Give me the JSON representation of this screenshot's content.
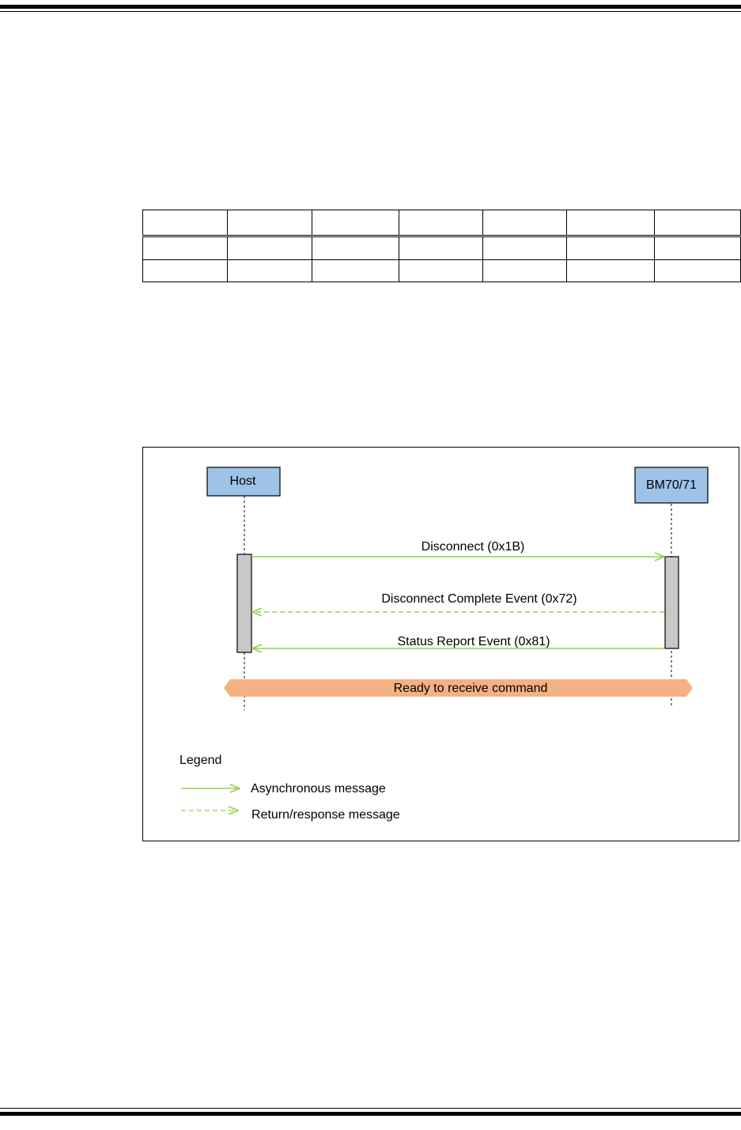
{
  "diagram": {
    "participants": {
      "host": "Host",
      "module": "BM70/71"
    },
    "messages": [
      {
        "label": "Disconnect (0x1B)",
        "from": "Host",
        "to": "BM70/71",
        "style": "solid"
      },
      {
        "label": "Disconnect Complete Event (0x72)",
        "from": "BM70/71",
        "to": "Host",
        "style": "dashed"
      },
      {
        "label": "Status Report Event (0x81)",
        "from": "BM70/71",
        "to": "Host",
        "style": "solid"
      }
    ],
    "state_banner": "Ready to receive command",
    "legend": {
      "title": "Legend",
      "async": "Asynchronous message",
      "response": "Return/response message"
    },
    "colors": {
      "participant_fill": "#9dc3e6",
      "arrow": "#92d050",
      "activation": "#c8c8c8",
      "banner": "#f4b183"
    }
  }
}
